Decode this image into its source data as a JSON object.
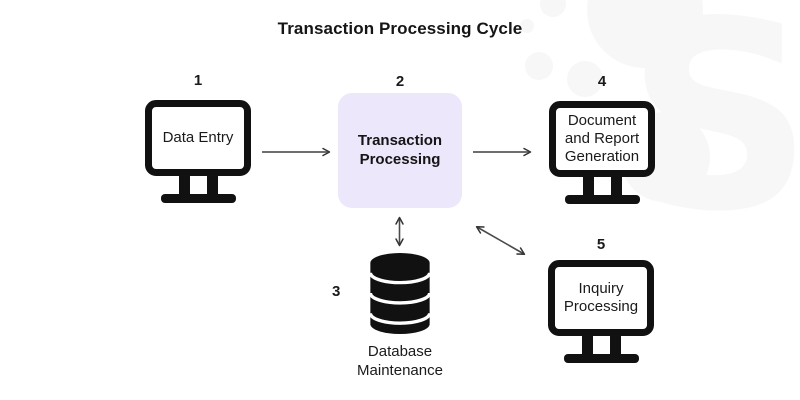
{
  "title": "Transaction Processing Cycle",
  "watermark": {
    "letter": "S"
  },
  "colors": {
    "accent_bg": "#EDE7FC",
    "ink": "#111111",
    "arrow": "#6E6E6E",
    "watermark": "#F7F7F7",
    "text": "#1A1A1A"
  },
  "nodes": {
    "data_entry": {
      "number": "1",
      "label": "Data Entry"
    },
    "transaction_processing": {
      "number": "2",
      "label": "Transaction Processing"
    },
    "database_maintenance": {
      "number": "3",
      "label": "Database Maintenance"
    },
    "document_report_generation": {
      "number": "4",
      "label": "Document and Report Generation"
    },
    "inquiry_processing": {
      "number": "5",
      "label": "Inquiry Processing"
    }
  },
  "connections": [
    {
      "from": "Data Entry",
      "to": "Transaction Processing",
      "bidirectional": false
    },
    {
      "from": "Transaction Processing",
      "to": "Document and Report Generation",
      "bidirectional": false
    },
    {
      "from": "Transaction Processing",
      "to": "Database Maintenance",
      "bidirectional": true
    },
    {
      "from": "Transaction Processing",
      "to": "Inquiry Processing",
      "bidirectional": true
    }
  ]
}
